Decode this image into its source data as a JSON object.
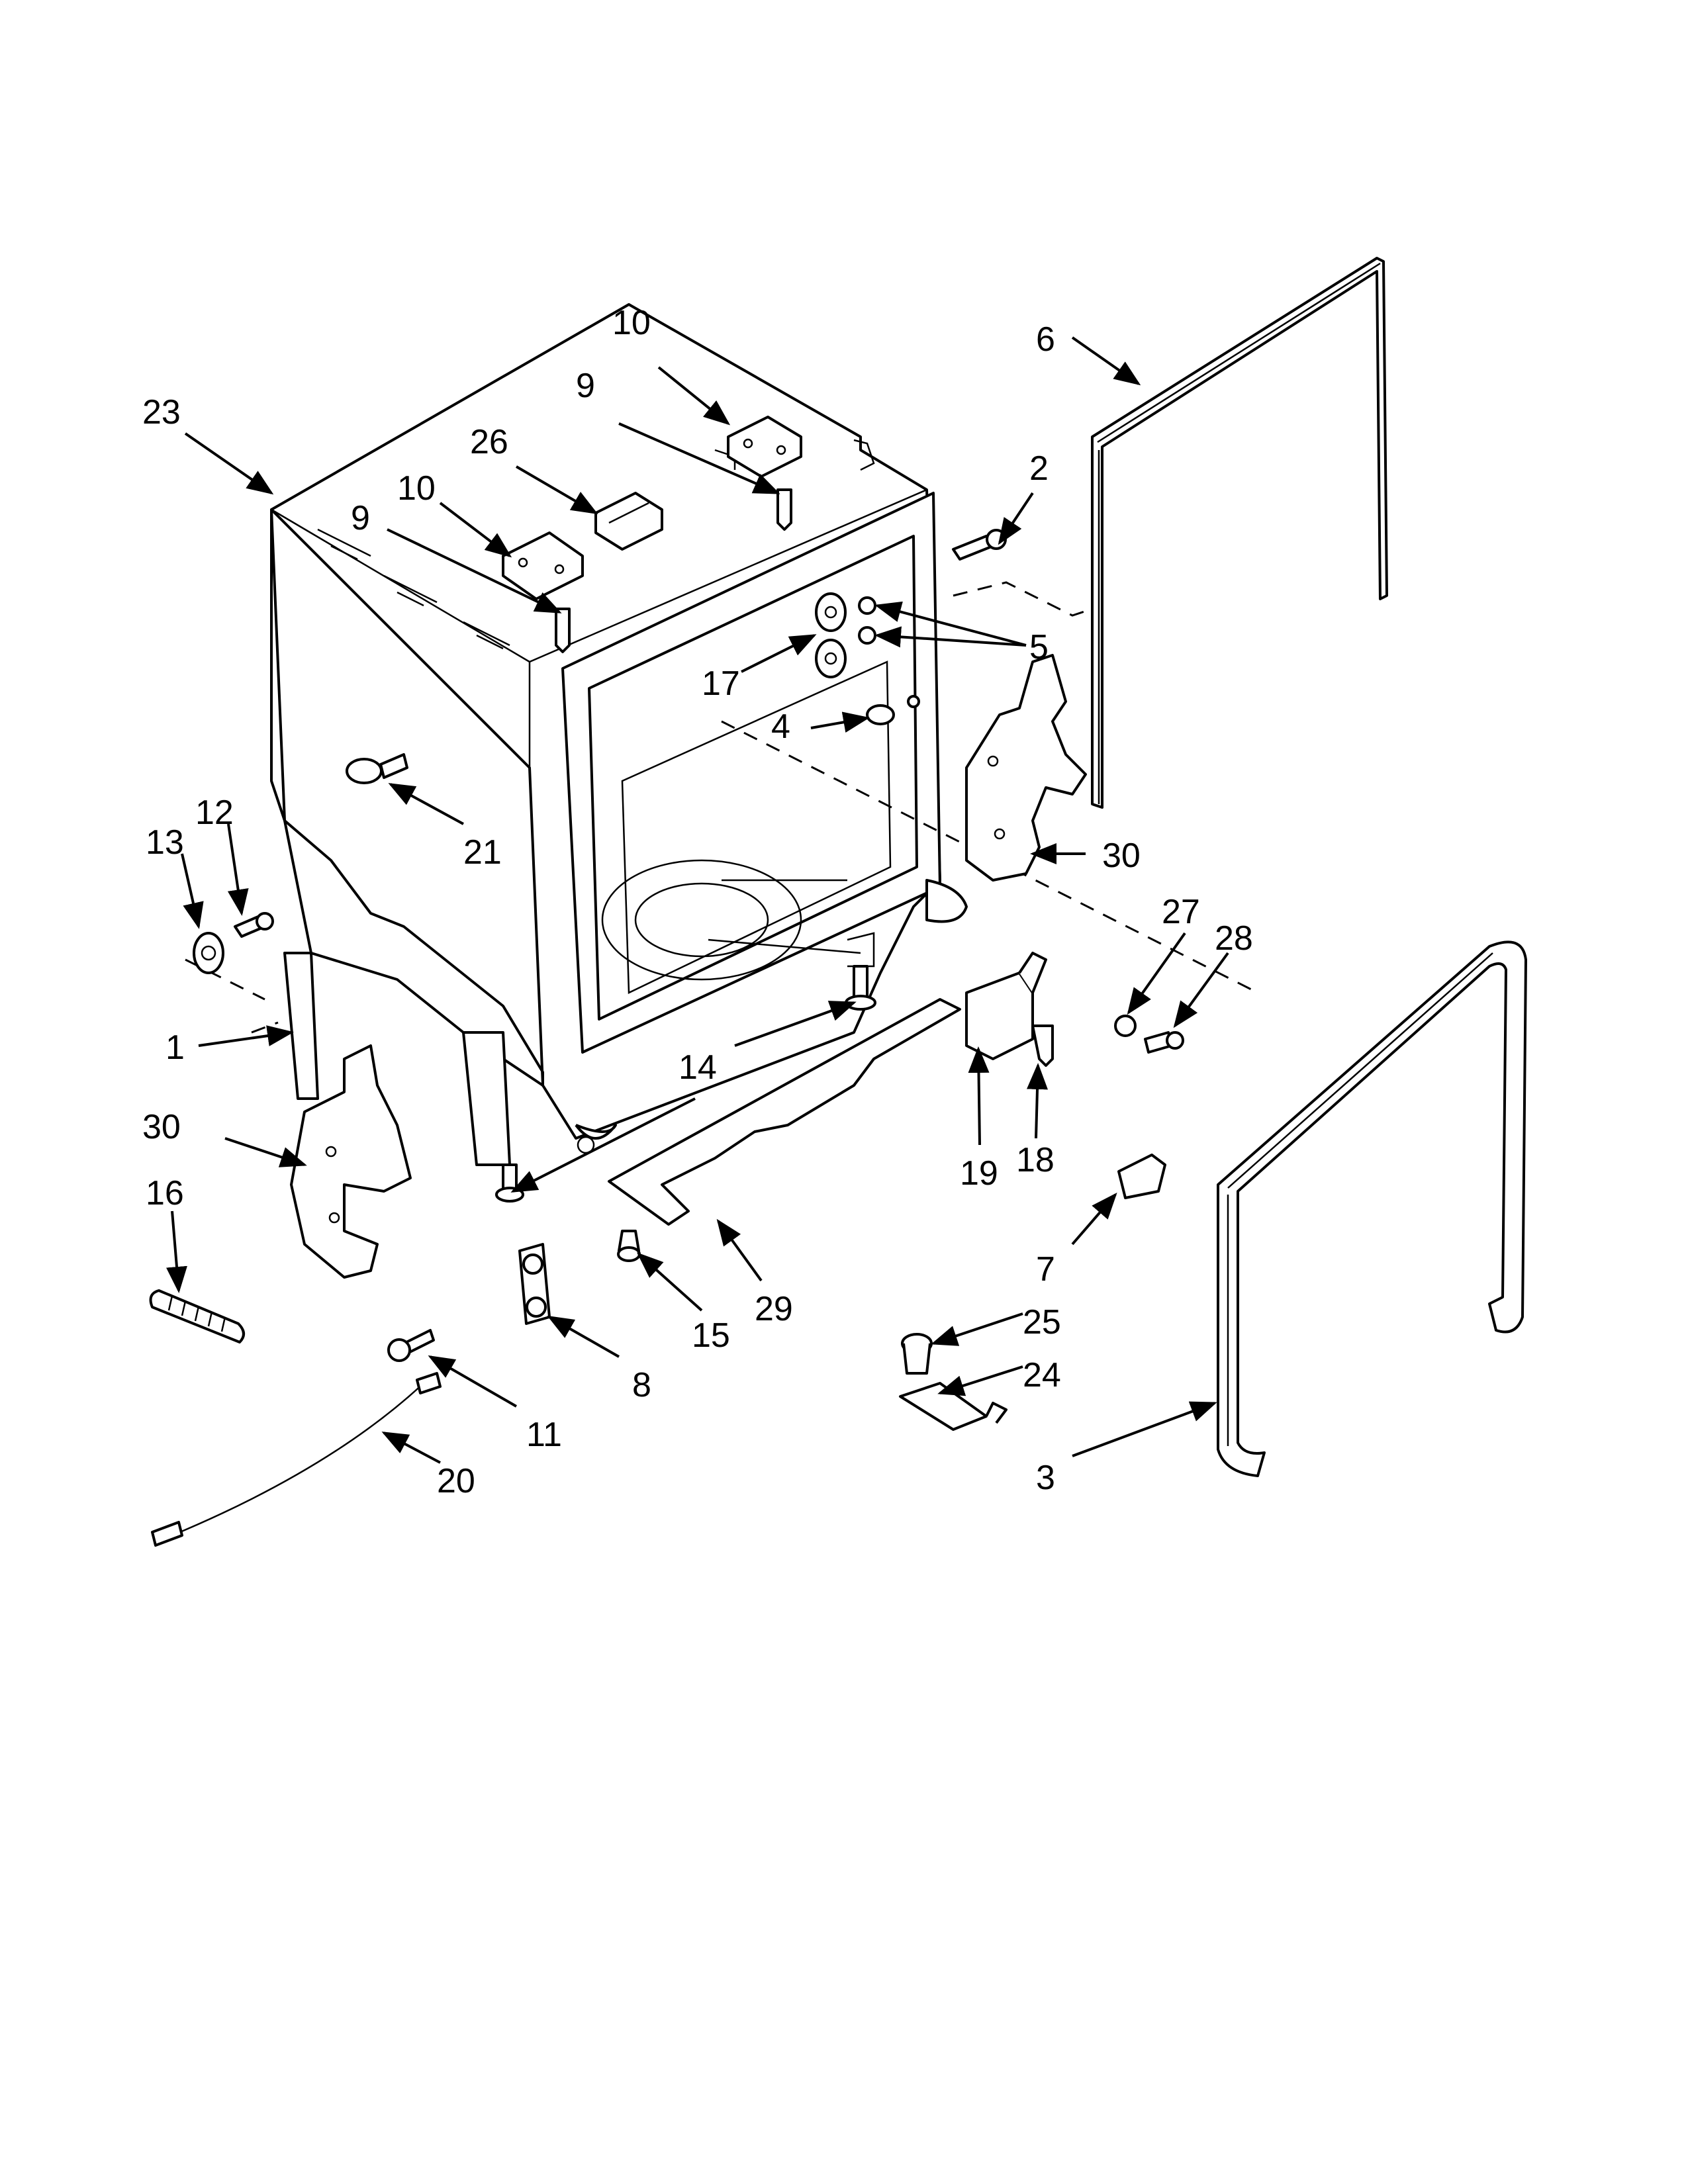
{
  "diagram": {
    "callouts": [
      {
        "label": "23"
      },
      {
        "label": "10"
      },
      {
        "label": "9"
      },
      {
        "label": "26"
      },
      {
        "label": "10"
      },
      {
        "label": "9"
      },
      {
        "label": "6"
      },
      {
        "label": "2"
      },
      {
        "label": "5"
      },
      {
        "label": "17"
      },
      {
        "label": "4"
      },
      {
        "label": "21"
      },
      {
        "label": "30"
      },
      {
        "label": "13"
      },
      {
        "label": "12"
      },
      {
        "label": "27"
      },
      {
        "label": "28"
      },
      {
        "label": "1"
      },
      {
        "label": "14"
      },
      {
        "label": "30"
      },
      {
        "label": "16"
      },
      {
        "label": "19"
      },
      {
        "label": "18"
      },
      {
        "label": "7"
      },
      {
        "label": "29"
      },
      {
        "label": "15"
      },
      {
        "label": "8"
      },
      {
        "label": "25"
      },
      {
        "label": "24"
      },
      {
        "label": "11"
      },
      {
        "label": "20"
      },
      {
        "label": "3"
      }
    ]
  }
}
